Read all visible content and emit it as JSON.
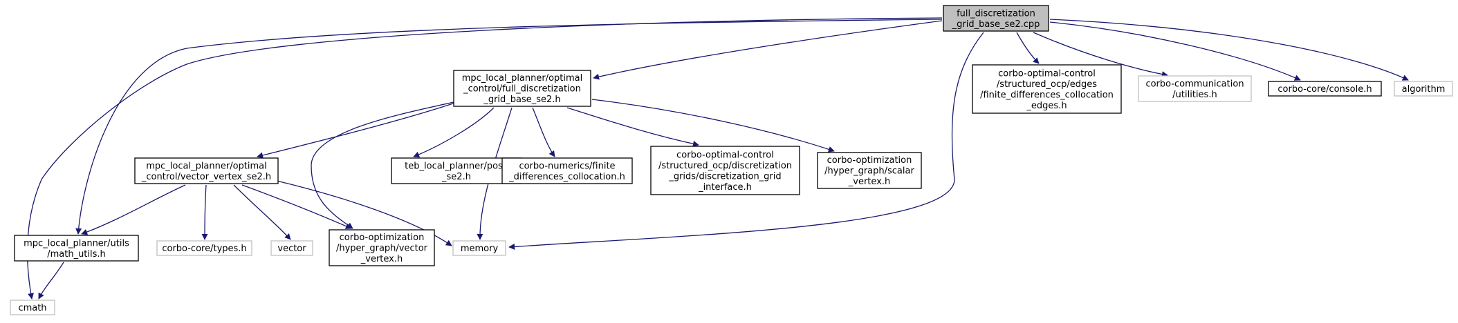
{
  "colors": {
    "edge": "#191970",
    "root_fill": "#bfbfbf",
    "node_fill": "#ffffff",
    "node_stroke": "#000000",
    "system_stroke": "#bfbfbf"
  },
  "nodes": [
    {
      "id": "root",
      "kind": "root",
      "lines": [
        "full_discretization",
        "_grid_base_se2.cpp"
      ]
    },
    {
      "id": "full_hdr",
      "kind": "local",
      "lines": [
        "mpc_local_planner/optimal",
        "_control/full_discretization",
        "_grid_base_se2.h"
      ]
    },
    {
      "id": "fd_edges",
      "kind": "local",
      "lines": [
        "corbo-optimal-control",
        "/structured_ocp/edges",
        "/finite_differences_collocation",
        "_edges.h"
      ]
    },
    {
      "id": "comm_util",
      "kind": "system",
      "lines": [
        "corbo-communication",
        "/utilities.h"
      ]
    },
    {
      "id": "console",
      "kind": "local",
      "lines": [
        "corbo-core/console.h"
      ]
    },
    {
      "id": "algorithm",
      "kind": "system",
      "lines": [
        "algorithm"
      ]
    },
    {
      "id": "vvse2",
      "kind": "local",
      "lines": [
        "mpc_local_planner/optimal",
        "_control/vector_vertex_se2.h"
      ]
    },
    {
      "id": "pose",
      "kind": "local",
      "lines": [
        "teb_local_planner/pose",
        "_se2.h"
      ]
    },
    {
      "id": "fdc",
      "kind": "local",
      "lines": [
        "corbo-numerics/finite",
        "_differences_collocation.h"
      ]
    },
    {
      "id": "dgi",
      "kind": "local",
      "lines": [
        "corbo-optimal-control",
        "/structured_ocp/discretization",
        "_grids/discretization_grid",
        "_interface.h"
      ]
    },
    {
      "id": "scalar",
      "kind": "local",
      "lines": [
        "corbo-optimization",
        "/hyper_graph/scalar",
        "_vertex.h"
      ]
    },
    {
      "id": "mathu",
      "kind": "local",
      "lines": [
        "mpc_local_planner/utils",
        "/math_utils.h"
      ]
    },
    {
      "id": "types",
      "kind": "system",
      "lines": [
        "corbo-core/types.h"
      ]
    },
    {
      "id": "vector",
      "kind": "system",
      "lines": [
        "vector"
      ]
    },
    {
      "id": "vvertex",
      "kind": "local",
      "lines": [
        "corbo-optimization",
        "/hyper_graph/vector",
        "_vertex.h"
      ]
    },
    {
      "id": "memory",
      "kind": "system",
      "lines": [
        "memory"
      ]
    },
    {
      "id": "cmath",
      "kind": "system",
      "lines": [
        "cmath"
      ]
    }
  ]
}
